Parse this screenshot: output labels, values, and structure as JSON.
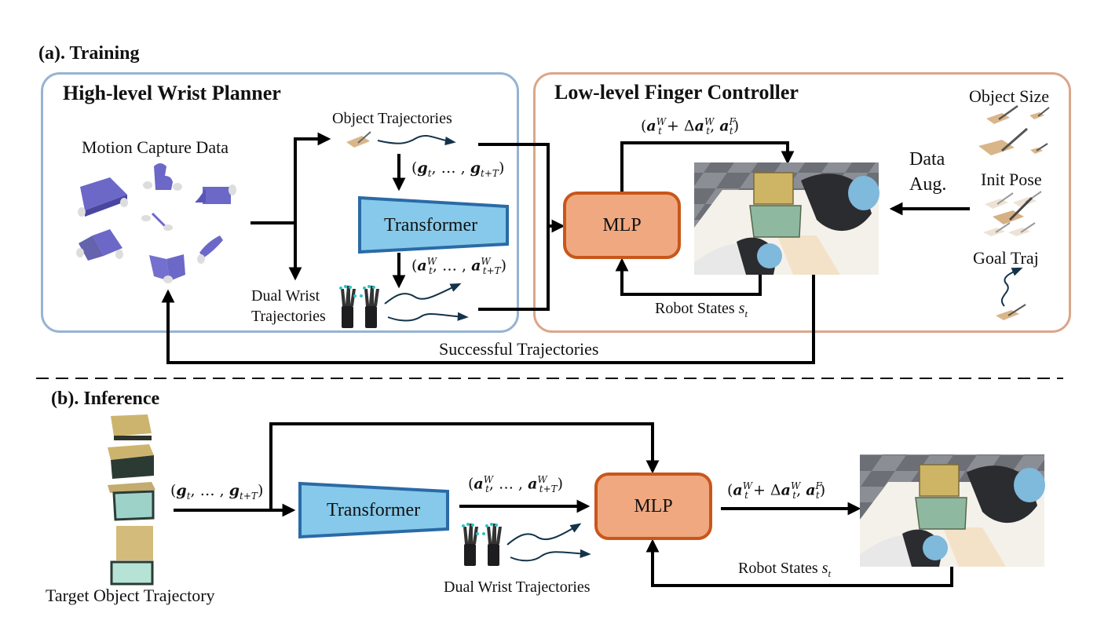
{
  "training": {
    "section_title": "(a). Training",
    "wrist_planner": {
      "title": "High-level Wrist Planner",
      "motion_capture_label": "Motion Capture Data",
      "object_trajectories_label": "Object Trajectories",
      "goal_sequence": {
        "open": "(",
        "g": "g",
        "t": "t",
        "dots": ", … , ",
        "tT": "t+T",
        "close": ")"
      },
      "transformer_label": "Transformer",
      "wrist_actions": {
        "open": "(",
        "a": "a",
        "W": "W",
        "t": "t",
        "dots": ", … , ",
        "tT": "t+T",
        "close": ")"
      },
      "dual_wrist_label_line1": "Dual Wrist",
      "dual_wrist_label_line2": "Trajectories"
    },
    "finger_controller": {
      "title": "Low-level Finger Controller",
      "action_formula": {
        "open": "(",
        "a": "a",
        "W": "W",
        "t": "t",
        "plus": " + Δ",
        "comma": ", ",
        "F": "F",
        "close": ")"
      },
      "mlp_label": "MLP",
      "robot_states_label": "Robot States ",
      "robot_states_symbol": "s",
      "robot_states_sub": "t",
      "data_aug_line1": "Data",
      "data_aug_line2": "Aug.",
      "object_size_label": "Object Size",
      "init_pose_label": "Init Pose",
      "goal_traj_label": "Goal Traj"
    },
    "feedback_label": "Successful Trajectories"
  },
  "inference": {
    "section_title": "(b). Inference",
    "target_object_label": "Target Object Trajectory",
    "goal_sequence": {
      "open": "(",
      "g": "g",
      "t": "t",
      "dots": ", … , ",
      "tT": "t+T",
      "close": ")"
    },
    "transformer_label": "Transformer",
    "wrist_actions": {
      "open": "(",
      "a": "a",
      "W": "W",
      "t": "t",
      "dots": ", … , ",
      "tT": "t+T",
      "close": ")"
    },
    "dual_wrist_label": "Dual Wrist Trajectories",
    "mlp_label": "MLP",
    "action_formula": {
      "open": "(",
      "a": "a",
      "W": "W",
      "t": "t",
      "plus": " + Δ",
      "comma": ", ",
      "F": "F",
      "close": ")"
    },
    "robot_states_label": "Robot States ",
    "robot_states_symbol": "s",
    "robot_states_sub": "t"
  },
  "colors": {
    "planner_border": "#96b4d2",
    "controller_border": "#dca68a",
    "transformer_fill": "#86c9ea",
    "transformer_border": "#2a6aa6",
    "mlp_fill": "#f0a880",
    "mlp_border": "#c9561a",
    "mocap_object": "#6c68c8",
    "arrow": "#000000",
    "trajectory_curve": "#13334a"
  }
}
